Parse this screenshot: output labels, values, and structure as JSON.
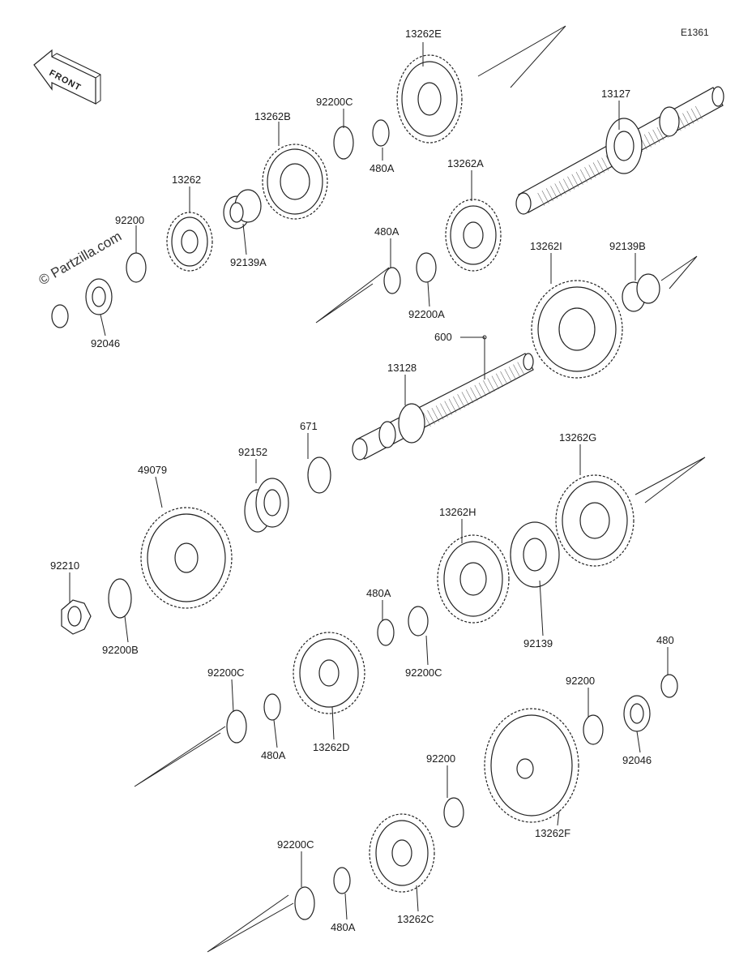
{
  "diagram": {
    "code": "E1361",
    "front_label": "FRONT",
    "watermark": "© Partzilla.com",
    "labels": [
      {
        "id": "l1",
        "text": "13262E"
      },
      {
        "id": "l2",
        "text": "13127"
      },
      {
        "id": "l3",
        "text": "92200C"
      },
      {
        "id": "l4",
        "text": "13262B"
      },
      {
        "id": "l5",
        "text": "480A"
      },
      {
        "id": "l6",
        "text": "13262A"
      },
      {
        "id": "l7",
        "text": "13262"
      },
      {
        "id": "l8",
        "text": "92200"
      },
      {
        "id": "l9",
        "text": "92139A"
      },
      {
        "id": "l10",
        "text": "480A"
      },
      {
        "id": "l11",
        "text": "13262I"
      },
      {
        "id": "l12",
        "text": "92139B"
      },
      {
        "id": "l13",
        "text": "92046"
      },
      {
        "id": "l14",
        "text": "92200A"
      },
      {
        "id": "l15",
        "text": "600"
      },
      {
        "id": "l16",
        "text": "13128"
      },
      {
        "id": "l17",
        "text": "671"
      },
      {
        "id": "l18",
        "text": "92152"
      },
      {
        "id": "l19",
        "text": "49079"
      },
      {
        "id": "l20",
        "text": "13262G"
      },
      {
        "id": "l21",
        "text": "13262H"
      },
      {
        "id": "l22",
        "text": "92210"
      },
      {
        "id": "l23",
        "text": "480A"
      },
      {
        "id": "l24",
        "text": "92139"
      },
      {
        "id": "l25",
        "text": "92200B"
      },
      {
        "id": "l26",
        "text": "92200C"
      },
      {
        "id": "l27",
        "text": "480"
      },
      {
        "id": "l28",
        "text": "92200C"
      },
      {
        "id": "l29",
        "text": "92200"
      },
      {
        "id": "l30",
        "text": "480A"
      },
      {
        "id": "l31",
        "text": "13262D"
      },
      {
        "id": "l32",
        "text": "92046"
      },
      {
        "id": "l33",
        "text": "92200"
      },
      {
        "id": "l34",
        "text": "13262F"
      },
      {
        "id": "l35",
        "text": "92200C"
      },
      {
        "id": "l36",
        "text": "480A"
      },
      {
        "id": "l37",
        "text": "13262C"
      }
    ]
  }
}
